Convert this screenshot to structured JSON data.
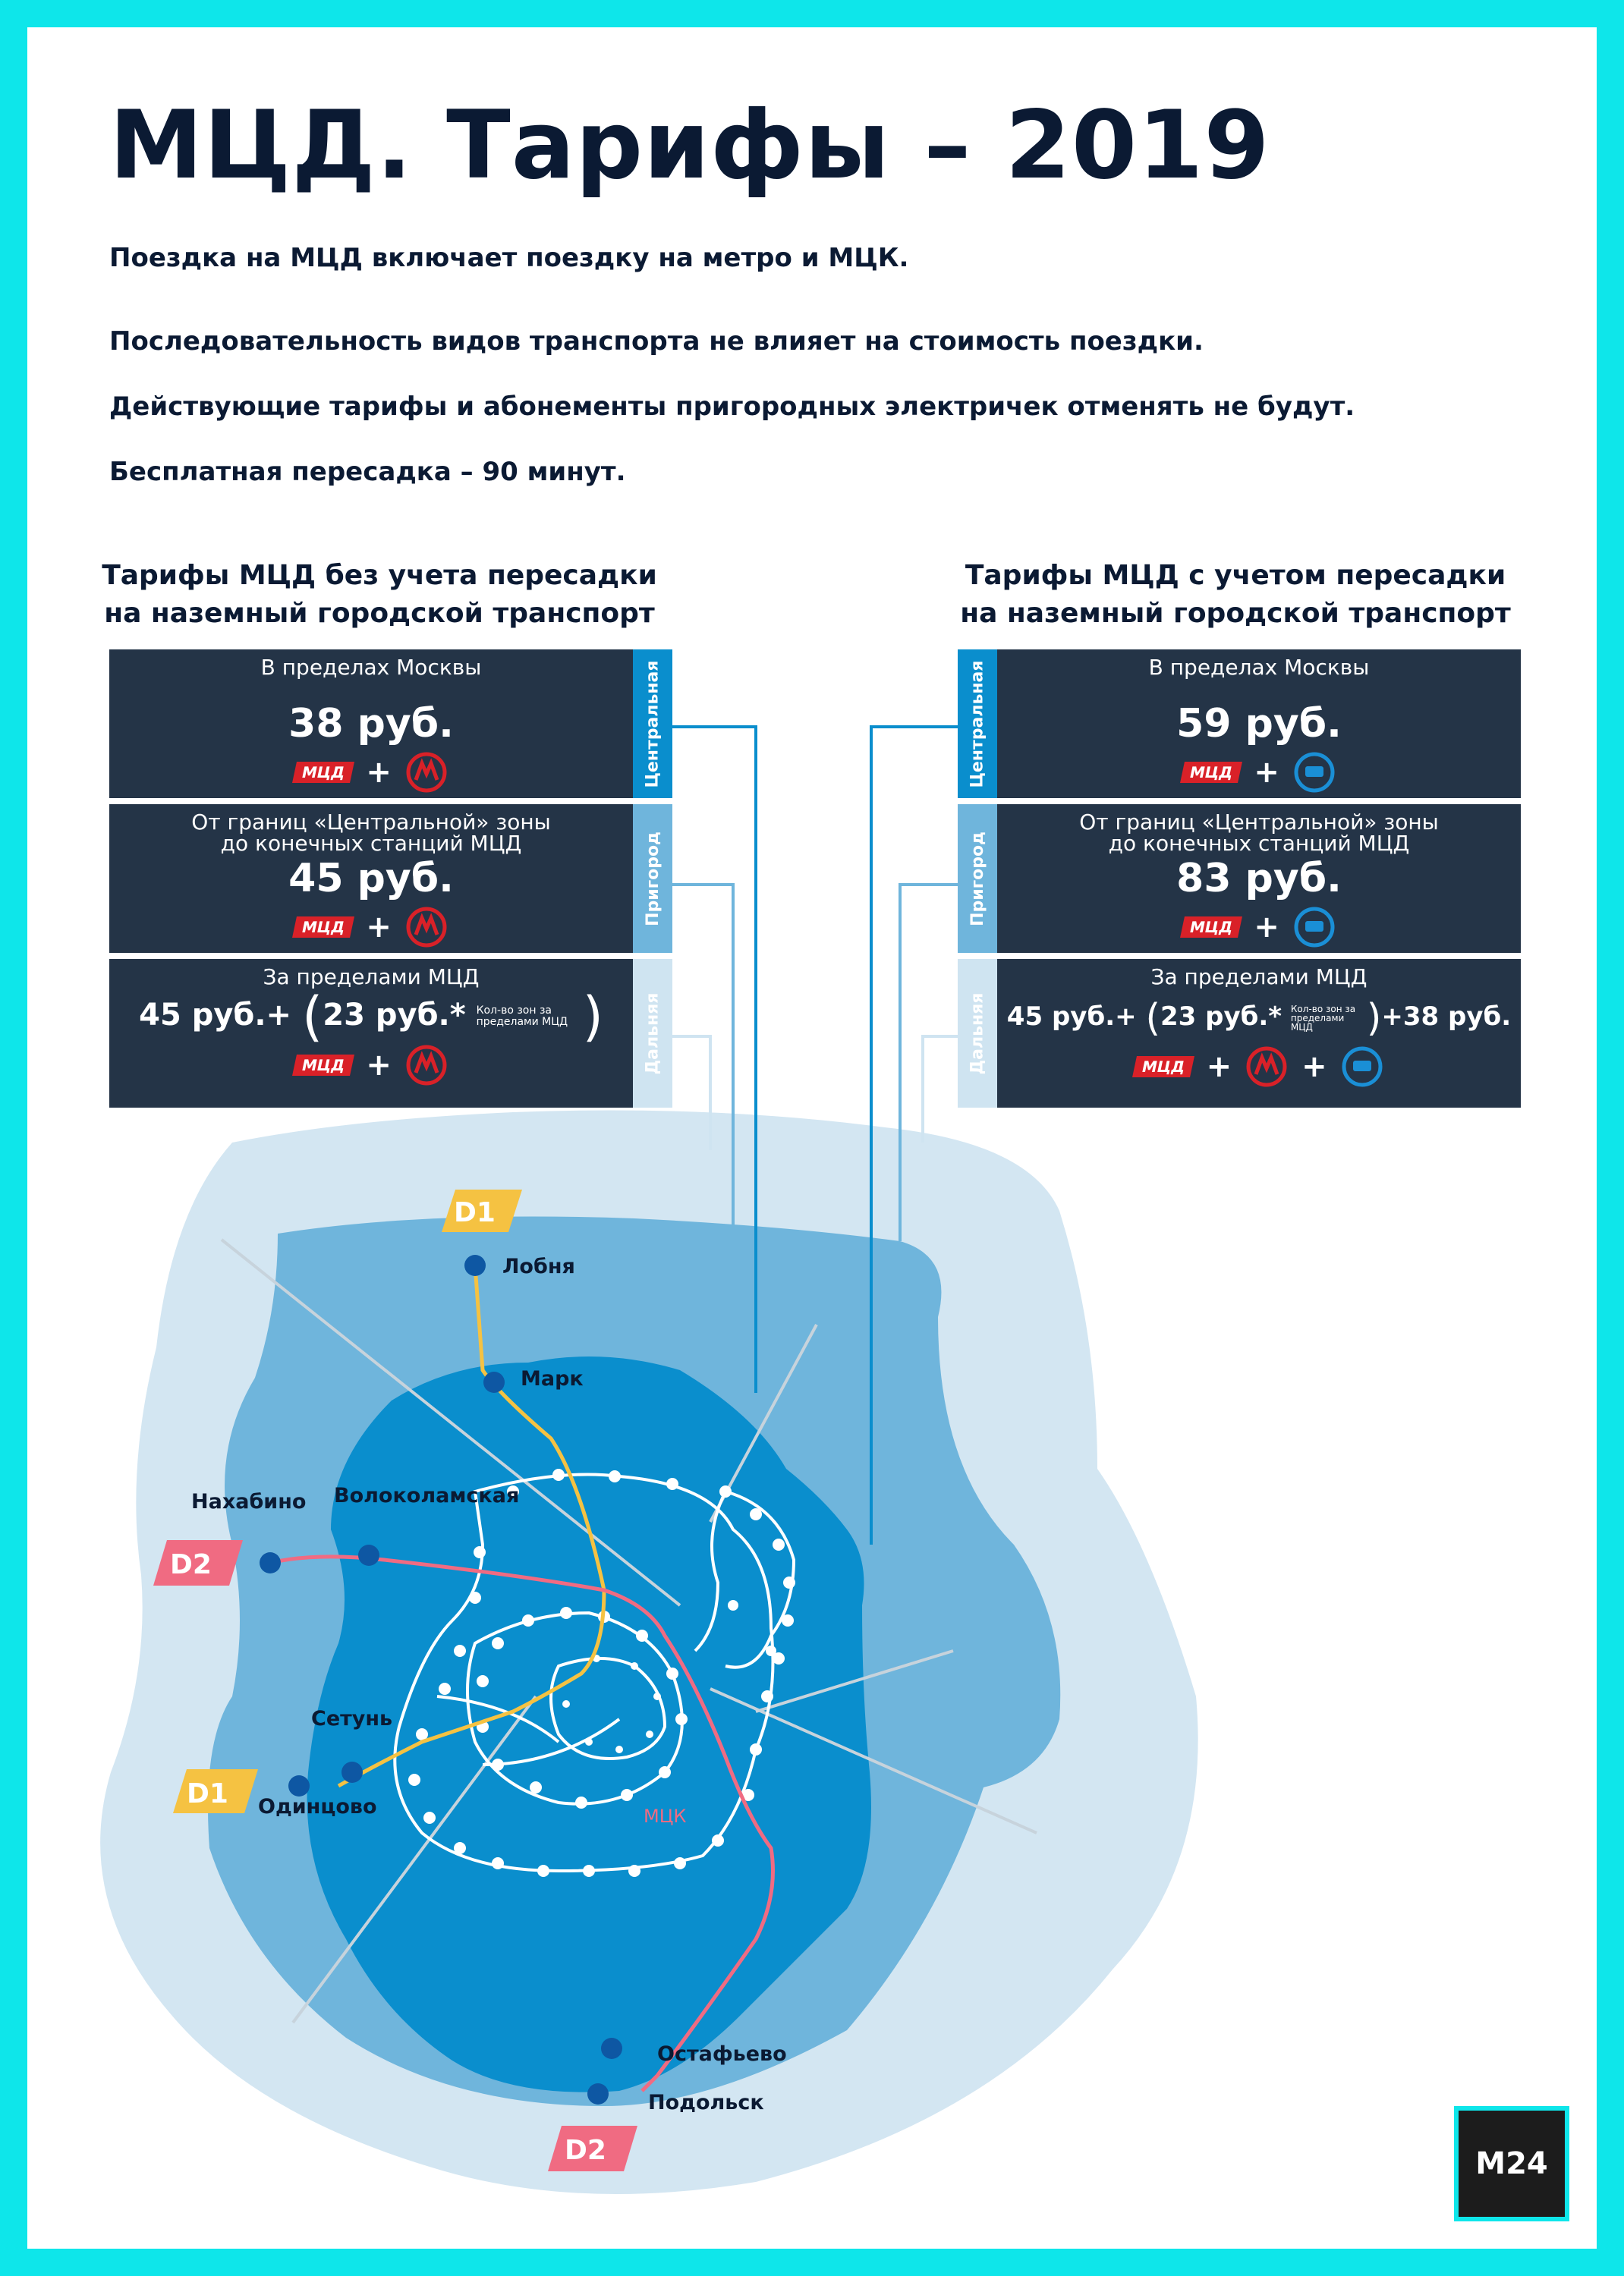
{
  "title": "МЦД. Тарифы – 2019",
  "intro": [
    "Поездка на МЦД включает поездку на метро и МЦК.",
    "Последовательность видов транспорта не влияет на стоимость поездки.",
    "Действующие тарифы и абонементы пригородных электричек отменять не будут.",
    "Бесплатная пересадка – 90 минут."
  ],
  "left": {
    "heading_1": "Тарифы МЦД без учета пересадки",
    "heading_2": "на наземный городской транспорт",
    "cards": [
      {
        "sub1": "В пределах Москвы",
        "sub2": "",
        "price": "38 руб.",
        "zone": "Центральная"
      },
      {
        "sub1": "От границ «Центральной» зоны",
        "sub2": "до конечных станций МЦД",
        "price": "45 руб.",
        "zone": "Пригород"
      },
      {
        "sub1": "За пределами МЦД",
        "price_a": "45 руб.+",
        "price_b": "23 руб.*",
        "zones_note": "Кол-во зон за пределами МЦД",
        "zone": "Дальняя"
      }
    ]
  },
  "right": {
    "heading_1": "Тарифы МЦД с учетом пересадки",
    "heading_2": "на наземный городской транспорт",
    "cards": [
      {
        "sub1": "В пределах Москвы",
        "sub2": "",
        "price": "59 руб.",
        "zone": "Центральная"
      },
      {
        "sub1": "От границ «Центральной» зоны",
        "sub2": "до конечных станций МЦД",
        "price": "83 руб.",
        "zone": "Пригород"
      },
      {
        "sub1": "За пределами МЦД",
        "price_a": "45 руб.+",
        "price_b": "23 руб.*",
        "zones_note": "Кол-во зон за пределами МЦД",
        "price_c": "+38 руб.",
        "zone": "Дальняя"
      }
    ]
  },
  "badge_mcd": "МЦД",
  "map": {
    "d1": "D1",
    "d2": "D2",
    "mck": "МЦК",
    "stations": {
      "lobnya": "Лобня",
      "mark": "Марк",
      "nakhabino": "Нахабино",
      "volokolamskaya": "Волоколамская",
      "setun": "Сетунь",
      "odintsovo": "Одинцово",
      "ostafyevo": "Остафьево",
      "podolsk": "Подольск"
    }
  },
  "colors": {
    "zone_central": "#0b8fd0",
    "zone_suburb": "#5fb0df",
    "zone_far": "#cfe4f1",
    "d1": "#f5c242",
    "d2": "#f06b82",
    "card": "#243447",
    "frame": "#0ee6ea"
  },
  "logo": "M24"
}
